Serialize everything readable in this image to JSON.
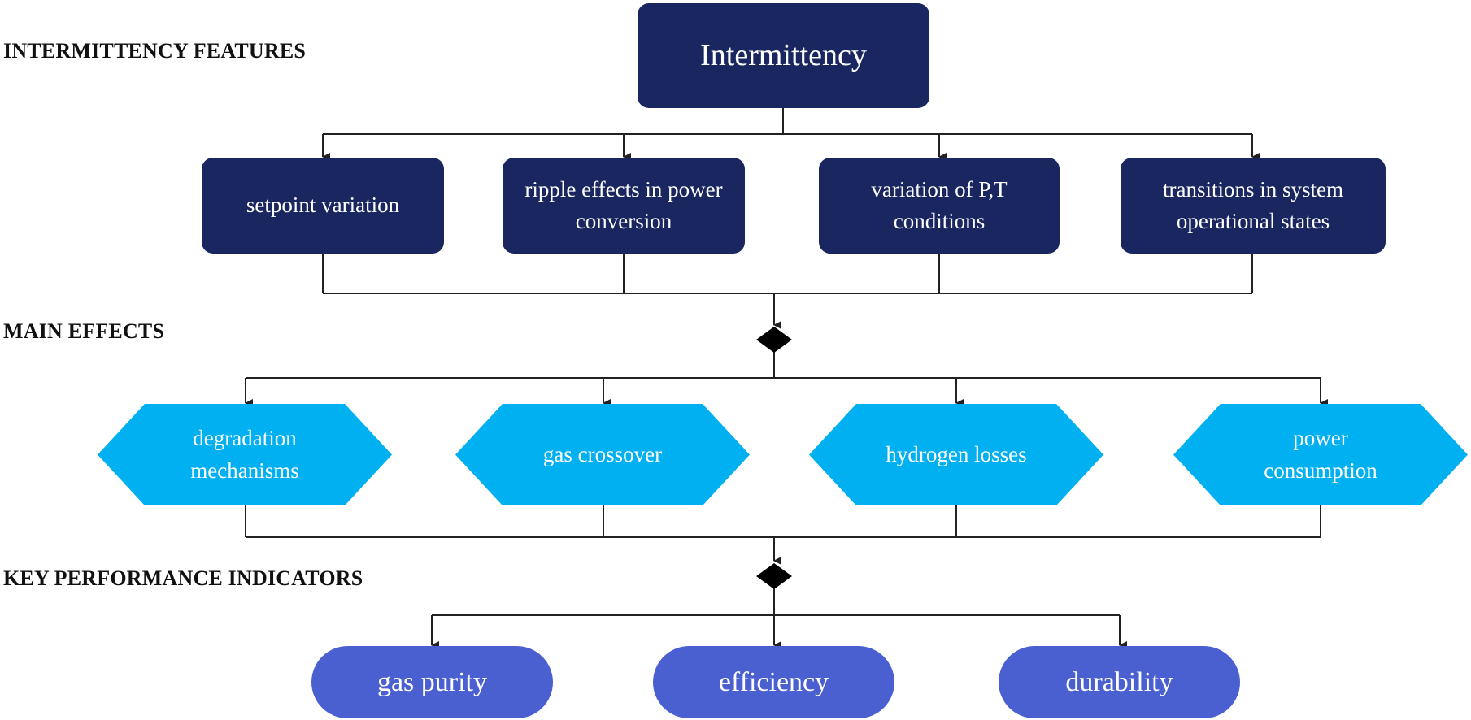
{
  "sections": {
    "features": "INTERMITTENCY FEATURES",
    "effects": "MAIN EFFECTS",
    "kpis": "KEY PERFORMANCE INDICATORS"
  },
  "root": "Intermittency",
  "features": [
    "setpoint variation",
    "ripple effects in power conversion",
    "variation of P,T conditions",
    "transitions in system operational states"
  ],
  "effects": [
    "degradation mechanisms",
    "gas crossover",
    "hydrogen losses",
    "power consumption"
  ],
  "kpis": [
    "gas purity",
    "efficiency",
    "durability"
  ],
  "colors": {
    "dark_navy": "#1a2660",
    "cyan": "#00b0f0",
    "blue": "#4a5fd0",
    "line": "#222222"
  }
}
